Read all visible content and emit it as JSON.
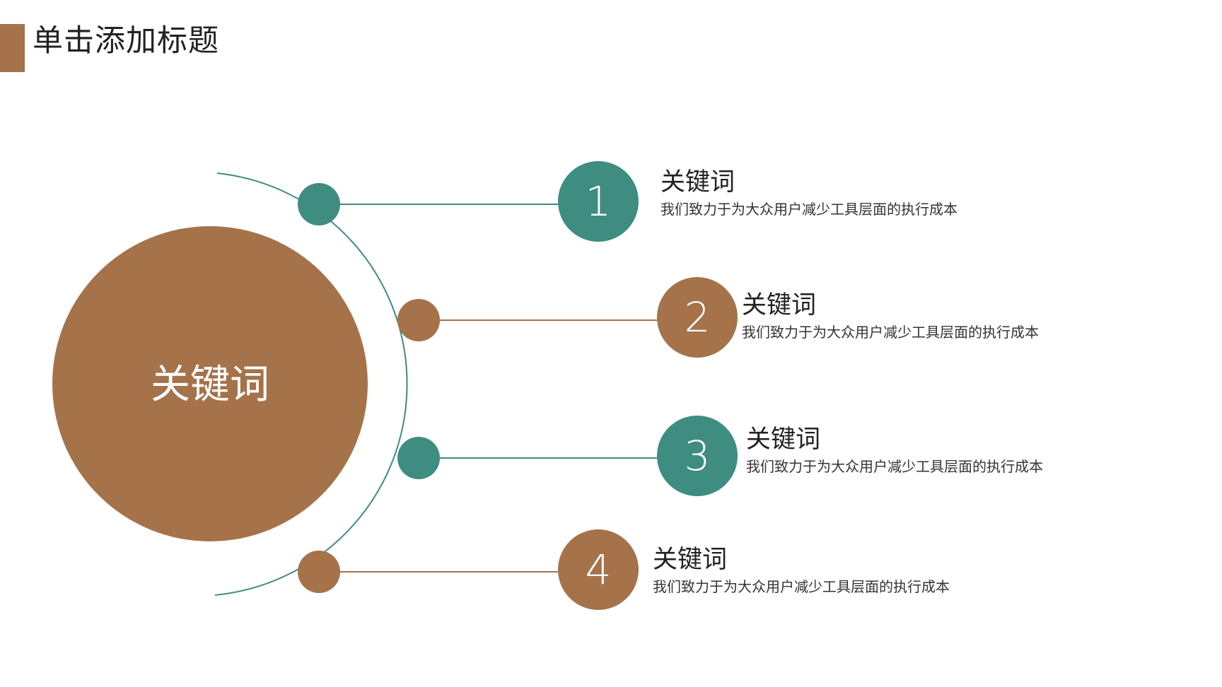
{
  "slide": {
    "title": "单击添加标题"
  },
  "colors": {
    "brown": "#a5724a",
    "teal": "#3f8c80",
    "title_bar": "#a5724a"
  },
  "center": {
    "label": "关键词"
  },
  "steps": [
    {
      "number": "1",
      "heading": "关键词",
      "description": "我们致力于为大众用户减少工具层面的执行成本",
      "color": "teal"
    },
    {
      "number": "2",
      "heading": "关键词",
      "description": "我们致力于为大众用户减少工具层面的执行成本",
      "color": "brown"
    },
    {
      "number": "3",
      "heading": "关键词",
      "description": "我们致力于为大众用户减少工具层面的执行成本",
      "color": "teal"
    },
    {
      "number": "4",
      "heading": "关键词",
      "description": "我们致力于为大众用户减少工具层面的执行成本",
      "color": "brown"
    }
  ]
}
